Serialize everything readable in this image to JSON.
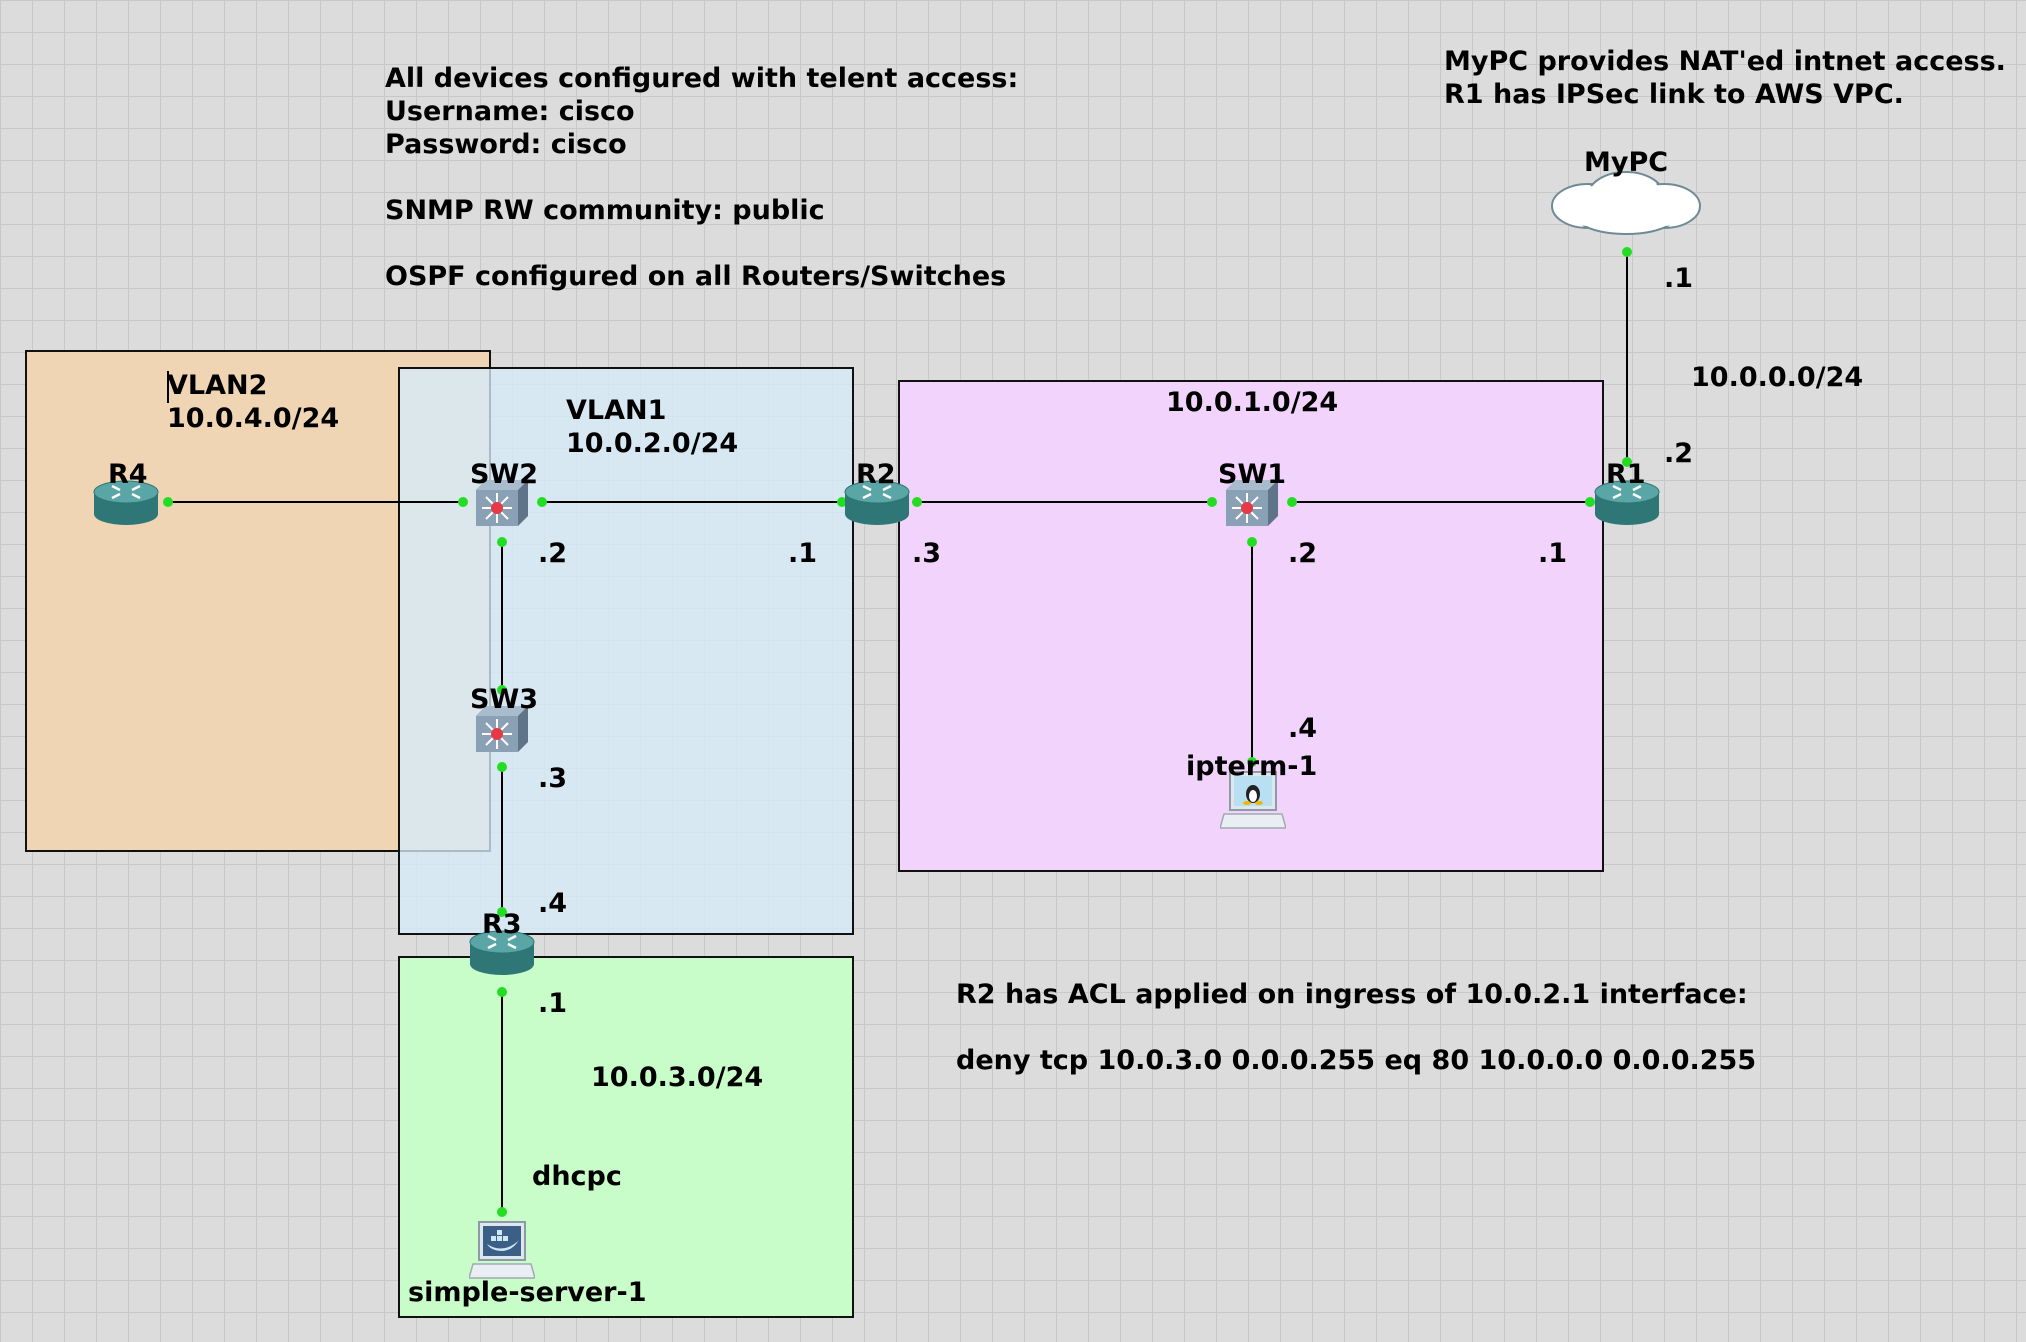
{
  "notes": {
    "access_title": "All devices configured with telent access:",
    "username": "Username: cisco",
    "password": "Password: cisco",
    "snmp": "SNMP RW community: public",
    "ospf": "OSPF configured on all Routers/Switches",
    "nat_line1": "MyPC provides NAT'ed intnet access.",
    "nat_line2": "R1 has IPSec link to AWS VPC.",
    "acl_line1": "R2 has ACL applied on ingress of 10.0.2.1 interface:",
    "acl_line2": "deny tcp 10.0.3.0 0.0.0.255 eq 80 10.0.0.0 0.0.0.255"
  },
  "zones": {
    "vlan2_name": "VLAN2",
    "vlan2_subnet": "10.0.4.0/24",
    "vlan1_name": "VLAN1",
    "vlan1_subnet": "10.0.2.0/24",
    "purple_subnet": "10.0.1.0/24",
    "green_subnet": "10.0.3.0/24",
    "uplink_subnet": "10.0.0.0/24"
  },
  "colors": {
    "vlan2": "#f0d5b4",
    "vlan1": "#d6ecfa",
    "purple": "#f1d3fb",
    "green": "#c8fcc8",
    "port": "#22dd22",
    "router": "#3b8787",
    "switch": "#7f93a8"
  },
  "devices": {
    "r4": "R4",
    "sw2": "SW2",
    "sw3": "SW3",
    "r2": "R2",
    "sw1": "SW1",
    "r1": "R1",
    "r3": "R3",
    "mypc": "MyPC",
    "ipterm": "ipterm-1",
    "server": "simple-server-1",
    "dhcpc": "dhcpc"
  },
  "icons": {
    "router": "router-icon",
    "switch": "multilayer-switch-icon",
    "cloud": "cloud-icon",
    "linux_host": "linux-terminal-icon",
    "docker_host": "docker-host-icon"
  },
  "addresses": {
    "sw2_vlan1": ".2",
    "r2_vlan1": ".1",
    "r2_purple": ".3",
    "sw1_purple": ".2",
    "r1_purple": ".1",
    "r1_uplink": ".2",
    "mypc_uplink": ".1",
    "sw3_vlan1": ".3",
    "ipterm": ".4",
    "r3_vlan1": ".4",
    "r3_green": ".1"
  }
}
